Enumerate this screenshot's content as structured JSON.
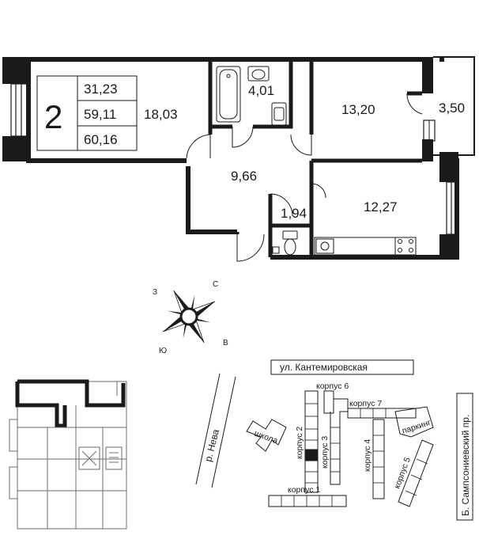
{
  "summary": {
    "rooms_count": "2",
    "living_area": "31,23",
    "total_area": "59,11",
    "total_area_with_balcony": "60,16"
  },
  "rooms": {
    "living_1": "18,03",
    "bathroom": "4,01",
    "bedroom": "13,20",
    "balcony": "3,50",
    "hall": "9,66",
    "wc": "1,94",
    "kitchen": "12,27"
  },
  "compass": {
    "north": "С",
    "south": "Ю",
    "east": "В",
    "west": "З"
  },
  "site_plan": {
    "street_top": "ул. Кантемировская",
    "street_right": "Б. Сампсониевский пр.",
    "river": "р. Нева",
    "school": "школа",
    "parking": "паркинг",
    "buildings": {
      "b1": "корпус 1",
      "b2": "корпус 2",
      "b3": "корпус 3",
      "b4": "корпус 4",
      "b5": "корпус 5",
      "b6": "корпус 6",
      "b7": "корпус 7"
    }
  }
}
